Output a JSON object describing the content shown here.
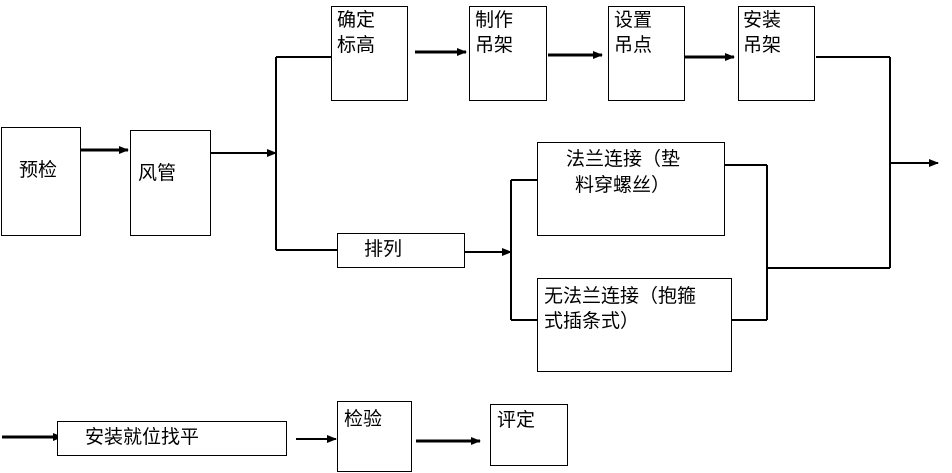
{
  "nodes": {
    "inspect": "预检",
    "duct": "风管",
    "elevation_l1": "确定",
    "elevation_l2": "标高",
    "fabricate_l1": "制作",
    "fabricate_l2": "吊架",
    "hangpoint_l1": "设置",
    "hangpoint_l2": "吊点",
    "installhanger_l1": "安装",
    "installhanger_l2": "吊架",
    "arrange": "排列",
    "flange_l1": "法兰连接（垫",
    "flange_l2": "料穿螺丝）",
    "flangeless_l1": "无法兰连接（抱箍",
    "flangeless_l2": "式插条式）",
    "position_level": "安装就位找平",
    "test": "检验",
    "evaluate": "评定"
  }
}
